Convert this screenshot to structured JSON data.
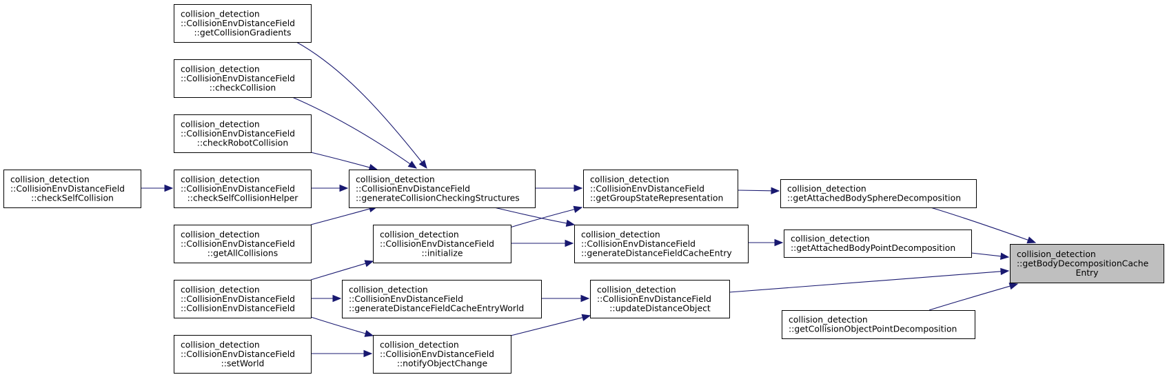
{
  "diagram": {
    "type": "caller-graph",
    "colors": {
      "edge": "#191970",
      "node_border": "#000000",
      "focus_fill": "#bfbfbf",
      "node_fill": "#ffffff"
    },
    "nodes": [
      {
        "id": "getBodyDecompositionCacheEntry",
        "focus": true,
        "lines": [
          "collision_detection",
          "::getBodyDecompositionCache",
          "Entry"
        ]
      },
      {
        "id": "getAttachedBodySphereDecomposition",
        "lines": [
          "collision_detection",
          "::getAttachedBodySphereDecomposition"
        ]
      },
      {
        "id": "getAttachedBodyPointDecomposition",
        "lines": [
          "collision_detection",
          "::getAttachedBodyPointDecomposition"
        ]
      },
      {
        "id": "getCollisionObjectPointDecomposition",
        "lines": [
          "collision_detection",
          "::getCollisionObjectPointDecomposition"
        ]
      },
      {
        "id": "getGroupStateRepresentation",
        "lines": [
          "collision_detection",
          "::CollisionEnvDistanceField",
          "::getGroupStateRepresentation"
        ]
      },
      {
        "id": "generateDistanceFieldCacheEntry",
        "lines": [
          "collision_detection",
          "::CollisionEnvDistanceField",
          "::generateDistanceFieldCacheEntry"
        ]
      },
      {
        "id": "updateDistanceObject",
        "lines": [
          "collision_detection",
          "::CollisionEnvDistanceField",
          "::updateDistanceObject"
        ]
      },
      {
        "id": "generateCollisionCheckingStructures",
        "lines": [
          "collision_detection",
          "::CollisionEnvDistanceField",
          "::generateCollisionCheckingStructures"
        ]
      },
      {
        "id": "initialize",
        "lines": [
          "collision_detection",
          "::CollisionEnvDistanceField",
          "::initialize"
        ]
      },
      {
        "id": "generateDistanceFieldCacheEntryWorld",
        "lines": [
          "collision_detection",
          "::CollisionEnvDistanceField",
          "::generateDistanceFieldCacheEntryWorld"
        ]
      },
      {
        "id": "notifyObjectChange",
        "lines": [
          "collision_detection",
          "::CollisionEnvDistanceField",
          "::notifyObjectChange"
        ]
      },
      {
        "id": "getCollisionGradients",
        "lines": [
          "collision_detection",
          "::CollisionEnvDistanceField",
          "::getCollisionGradients"
        ]
      },
      {
        "id": "checkCollision",
        "lines": [
          "collision_detection",
          "::CollisionEnvDistanceField",
          "::checkCollision"
        ]
      },
      {
        "id": "checkRobotCollision",
        "lines": [
          "collision_detection",
          "::CollisionEnvDistanceField",
          "::checkRobotCollision"
        ]
      },
      {
        "id": "checkSelfCollisionHelper",
        "lines": [
          "collision_detection",
          "::CollisionEnvDistanceField",
          "::checkSelfCollisionHelper"
        ]
      },
      {
        "id": "getAllCollisions",
        "lines": [
          "collision_detection",
          "::CollisionEnvDistanceField",
          "::getAllCollisions"
        ]
      },
      {
        "id": "CollisionEnvDistanceField",
        "lines": [
          "collision_detection",
          "::CollisionEnvDistanceField",
          "::CollisionEnvDistanceField"
        ]
      },
      {
        "id": "setWorld",
        "lines": [
          "collision_detection",
          "::CollisionEnvDistanceField",
          "::setWorld"
        ]
      },
      {
        "id": "checkSelfCollision",
        "lines": [
          "collision_detection",
          "::CollisionEnvDistanceField",
          "::checkSelfCollision"
        ]
      }
    ],
    "edges": [
      {
        "from": "getAttachedBodySphereDecomposition",
        "to": "getBodyDecompositionCacheEntry"
      },
      {
        "from": "getAttachedBodyPointDecomposition",
        "to": "getBodyDecompositionCacheEntry"
      },
      {
        "from": "updateDistanceObject",
        "to": "getBodyDecompositionCacheEntry"
      },
      {
        "from": "getCollisionObjectPointDecomposition",
        "to": "getBodyDecompositionCacheEntry"
      },
      {
        "from": "getGroupStateRepresentation",
        "to": "getAttachedBodySphereDecomposition"
      },
      {
        "from": "generateDistanceFieldCacheEntry",
        "to": "getAttachedBodyPointDecomposition"
      },
      {
        "from": "generateCollisionCheckingStructures",
        "to": "getGroupStateRepresentation"
      },
      {
        "from": "initialize",
        "to": "getGroupStateRepresentation"
      },
      {
        "from": "generateCollisionCheckingStructures",
        "to": "generateDistanceFieldCacheEntry"
      },
      {
        "from": "initialize",
        "to": "generateDistanceFieldCacheEntry"
      },
      {
        "from": "generateDistanceFieldCacheEntryWorld",
        "to": "updateDistanceObject"
      },
      {
        "from": "notifyObjectChange",
        "to": "updateDistanceObject"
      },
      {
        "from": "getCollisionGradients",
        "to": "generateCollisionCheckingStructures"
      },
      {
        "from": "checkCollision",
        "to": "generateCollisionCheckingStructures"
      },
      {
        "from": "checkRobotCollision",
        "to": "generateCollisionCheckingStructures"
      },
      {
        "from": "checkSelfCollisionHelper",
        "to": "generateCollisionCheckingStructures"
      },
      {
        "from": "getAllCollisions",
        "to": "generateCollisionCheckingStructures"
      },
      {
        "from": "CollisionEnvDistanceField",
        "to": "initialize"
      },
      {
        "from": "CollisionEnvDistanceField",
        "to": "generateDistanceFieldCacheEntryWorld"
      },
      {
        "from": "CollisionEnvDistanceField",
        "to": "notifyObjectChange"
      },
      {
        "from": "setWorld",
        "to": "notifyObjectChange"
      },
      {
        "from": "checkSelfCollision",
        "to": "checkSelfCollisionHelper"
      }
    ]
  }
}
